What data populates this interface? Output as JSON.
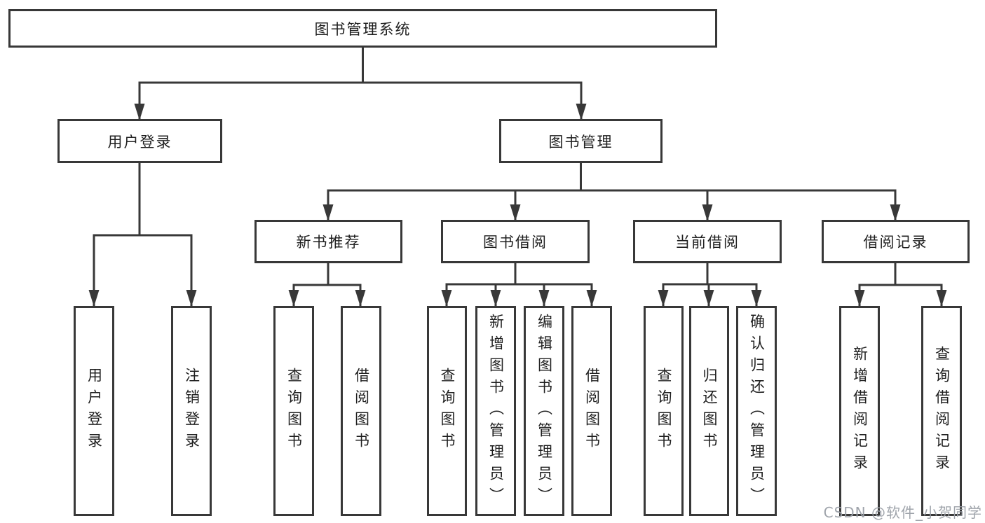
{
  "tree": {
    "root": {
      "label": "图书管理系统",
      "children": [
        {
          "label": "用户登录",
          "children": [
            {
              "label": "用户登录"
            },
            {
              "label": "注销登录"
            }
          ]
        },
        {
          "label": "图书管理",
          "children": [
            {
              "label": "新书推荐",
              "children": [
                {
                  "label": "查询图书"
                },
                {
                  "label": "借阅图书"
                }
              ]
            },
            {
              "label": "图书借阅",
              "children": [
                {
                  "label": "查询图书"
                },
                {
                  "label": "新增图书（管理员）"
                },
                {
                  "label": "编辑图书（管理员）"
                },
                {
                  "label": "借阅图书"
                }
              ]
            },
            {
              "label": "当前借阅",
              "children": [
                {
                  "label": "查询图书"
                },
                {
                  "label": "归还图书"
                },
                {
                  "label": "确认归还（管理员）"
                }
              ]
            },
            {
              "label": "借阅记录",
              "children": [
                {
                  "label": "新增借阅记录"
                },
                {
                  "label": "查询借阅记录"
                }
              ]
            }
          ]
        }
      ]
    }
  },
  "watermark": {
    "text": "CSDN @软件_小贺同学"
  },
  "colors": {
    "line": "#383838",
    "box_border": "#383838",
    "text": "#1f1f1f",
    "watermark": "#9a9fa7"
  }
}
